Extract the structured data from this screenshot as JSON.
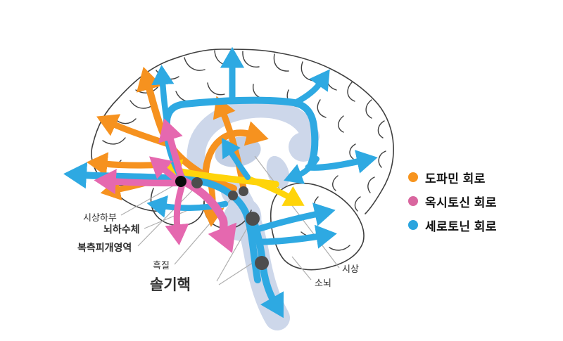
{
  "anatomy": {
    "hypothalamus": "시상하부",
    "pituitary_gland": "뇌하수체",
    "ventral_tegmental_area": "복측피개영역",
    "substantia_nigra": "흑질",
    "raphe_nucleus": "솔기핵",
    "thalamus": "시상",
    "cerebellum": "소뇌"
  },
  "legend": {
    "items": [
      {
        "id": "dopamine",
        "label": "도파민 회로",
        "color": "#F7941E"
      },
      {
        "id": "oxytocin",
        "label": "옥시토신 회로",
        "color": "#D9669F"
      },
      {
        "id": "serotonin",
        "label": "세로토닌 회로",
        "color": "#2BA4DE"
      }
    ]
  },
  "colors": {
    "dopamine": "#F6921F",
    "dopamine_alt_yellow": "#FFD40A",
    "oxytocin": "#E568AF",
    "serotonin": "#2EA9E2",
    "brain_structure_fill": "#CDD7EA",
    "thalamus_fill": "#C3CFE4",
    "outline": "#3F3F3F",
    "pointer_line": "#AFAFAF",
    "label_text": "#2E2E2E",
    "nucleus_dark": "#0C0C0C",
    "nucleus_gray": "#4D4D4D"
  }
}
